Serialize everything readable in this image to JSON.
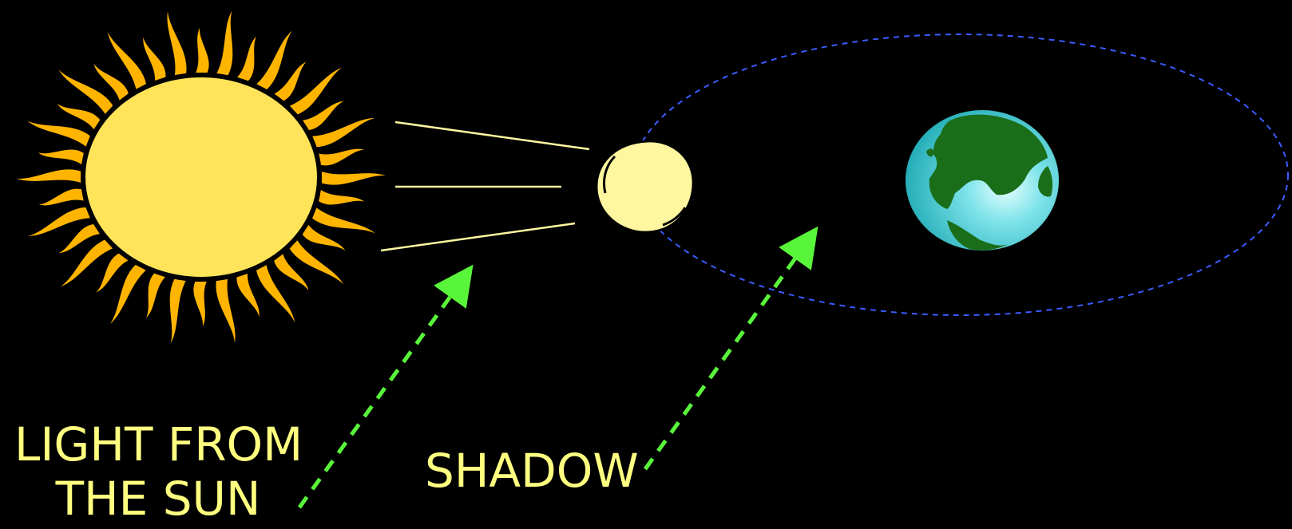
{
  "labels": {
    "light_line1": "LIGHT FROM",
    "light_line2": "THE SUN",
    "shadow": "SHADOW"
  },
  "objects": {
    "sun": "sun-icon",
    "moon": "moon-icon",
    "earth": "earth-icon",
    "orbit": "moon-orbit"
  },
  "colors": {
    "background": "#000000",
    "sun_body": "#ffe45a",
    "sun_rays": "#ffb400",
    "moon": "#fff6a0",
    "earth_ocean": "#2fc4c8",
    "earth_land": "#1a6e1a",
    "orbit": "#3a5cff",
    "arrows": "#59f53a",
    "label_text": "#ffff80",
    "light_beams": "#fff6a0"
  }
}
